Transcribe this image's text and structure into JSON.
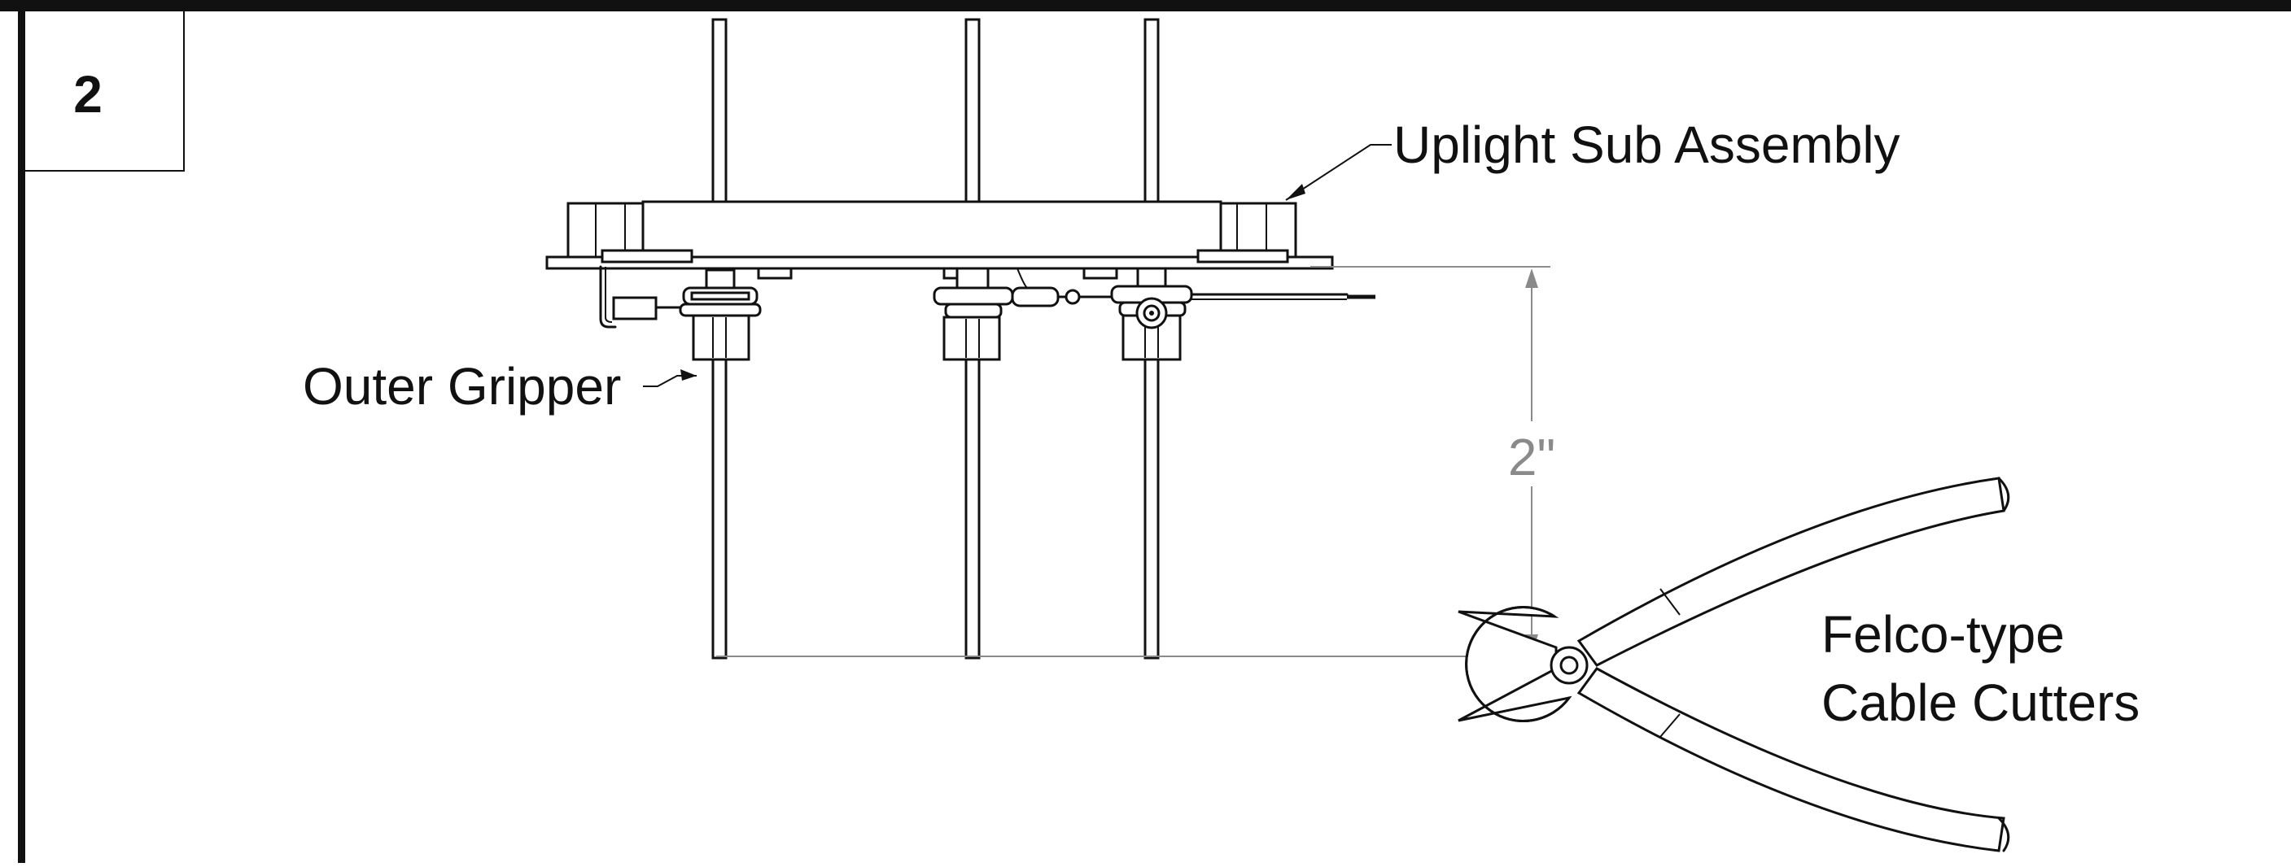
{
  "step_number": "2",
  "labels": {
    "uplight": "Uplight Sub Assembly",
    "gripper": "Outer Gripper",
    "dimension": "2\"",
    "cutters_line1": "Felco-type",
    "cutters_line2": "Cable Cutters"
  },
  "colors": {
    "line": "#111111",
    "dimension": "#8a8a8a",
    "background": "#ffffff"
  }
}
